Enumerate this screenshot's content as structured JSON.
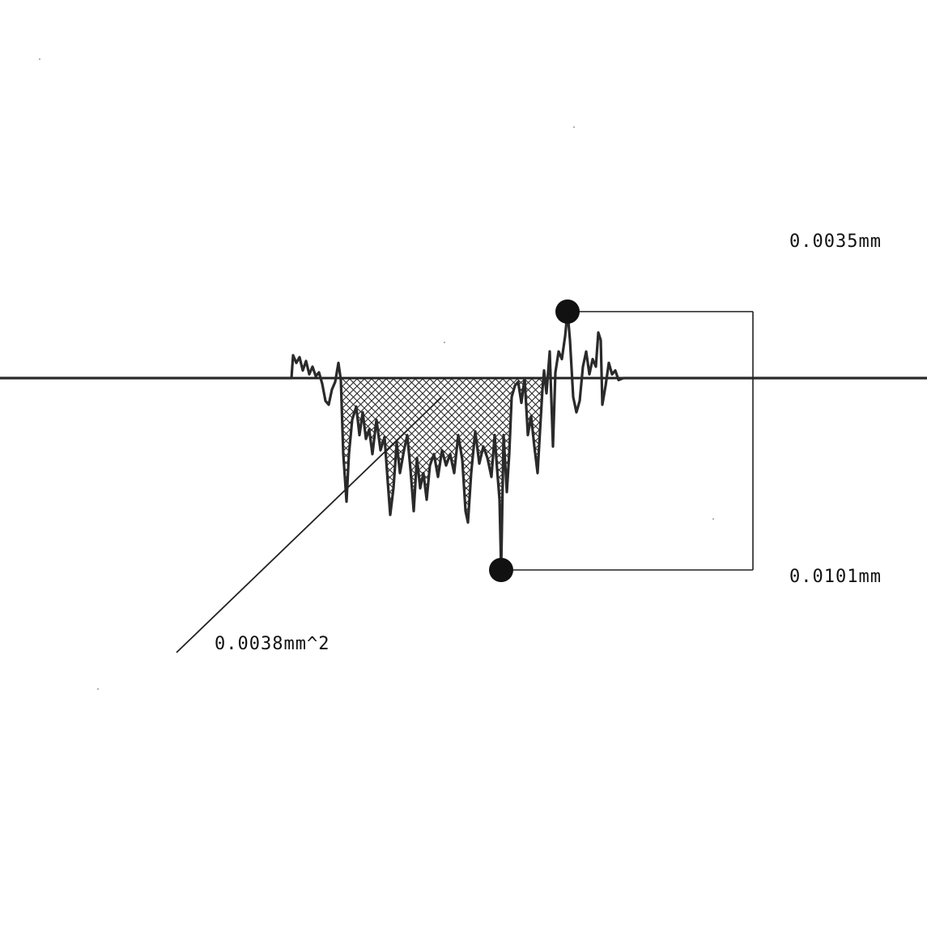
{
  "chart_data": {
    "type": "line",
    "description_units": "mm",
    "baseline": 0,
    "xlim": [
      0,
      1145
    ],
    "ylim": [
      -0.0101,
      0.0035
    ],
    "annotations": {
      "peak_height": "0.0035mm",
      "valley_depth": "0.0101mm",
      "wear_area": "0.0038mm^2"
    },
    "peak_value": 0.0035,
    "valley_value": -0.0101,
    "area_value": 0.0038,
    "profile": [
      [
        0,
        0
      ],
      [
        360,
        0
      ],
      [
        362,
        0.0012
      ],
      [
        366,
        0.0008
      ],
      [
        370,
        0.0011
      ],
      [
        374,
        0.0004
      ],
      [
        378,
        0.0009
      ],
      [
        382,
        0.0002
      ],
      [
        386,
        0.0006
      ],
      [
        390,
        0.0001
      ],
      [
        394,
        0.0003
      ],
      [
        398,
        -0.0003
      ],
      [
        402,
        -0.0012
      ],
      [
        406,
        -0.0014
      ],
      [
        410,
        -0.0006
      ],
      [
        414,
        -0.0002
      ],
      [
        418,
        0.0008
      ],
      [
        421,
        -0.0001
      ],
      [
        424,
        -0.004
      ],
      [
        428,
        -0.0065
      ],
      [
        431,
        -0.004
      ],
      [
        435,
        -0.0022
      ],
      [
        440,
        -0.0015
      ],
      [
        444,
        -0.003
      ],
      [
        448,
        -0.0018
      ],
      [
        452,
        -0.0032
      ],
      [
        456,
        -0.0027
      ],
      [
        460,
        -0.004
      ],
      [
        465,
        -0.0022
      ],
      [
        470,
        -0.0038
      ],
      [
        475,
        -0.0031
      ],
      [
        479,
        -0.0055
      ],
      [
        482,
        -0.0072
      ],
      [
        486,
        -0.0058
      ],
      [
        490,
        -0.0034
      ],
      [
        494,
        -0.005
      ],
      [
        499,
        -0.0038
      ],
      [
        503,
        -0.003
      ],
      [
        507,
        -0.0048
      ],
      [
        511,
        -0.007
      ],
      [
        515,
        -0.0042
      ],
      [
        519,
        -0.0058
      ],
      [
        523,
        -0.005
      ],
      [
        527,
        -0.0064
      ],
      [
        531,
        -0.0046
      ],
      [
        536,
        -0.004
      ],
      [
        541,
        -0.0052
      ],
      [
        546,
        -0.0038
      ],
      [
        551,
        -0.0046
      ],
      [
        556,
        -0.004
      ],
      [
        561,
        -0.005
      ],
      [
        566,
        -0.003
      ],
      [
        571,
        -0.0043
      ],
      [
        575,
        -0.007
      ],
      [
        578,
        -0.0076
      ],
      [
        582,
        -0.005
      ],
      [
        587,
        -0.0028
      ],
      [
        592,
        -0.0045
      ],
      [
        597,
        -0.0036
      ],
      [
        602,
        -0.0042
      ],
      [
        607,
        -0.0052
      ],
      [
        611,
        -0.003
      ],
      [
        614,
        -0.0048
      ],
      [
        617,
        -0.0064
      ],
      [
        619,
        -0.0101
      ],
      [
        622,
        -0.003
      ],
      [
        626,
        -0.006
      ],
      [
        629,
        -0.004
      ],
      [
        632,
        -0.001
      ],
      [
        636,
        -0.0004
      ],
      [
        640,
        -0.0002
      ],
      [
        644,
        -0.0013
      ],
      [
        648,
        0.0
      ],
      [
        652,
        -0.003
      ],
      [
        656,
        -0.002
      ],
      [
        660,
        -0.0036
      ],
      [
        664,
        -0.005
      ],
      [
        667,
        -0.0028
      ],
      [
        670,
        -0.0006
      ],
      [
        672,
        0.0004
      ],
      [
        675,
        -0.0008
      ],
      [
        679,
        0.0014
      ],
      [
        683,
        -0.0036
      ],
      [
        686,
        0.0003
      ],
      [
        690,
        0.0014
      ],
      [
        694,
        0.001
      ],
      [
        698,
        0.0022
      ],
      [
        701,
        0.0035
      ],
      [
        704,
        0.002
      ],
      [
        708,
        -0.001
      ],
      [
        712,
        -0.0018
      ],
      [
        716,
        -0.0012
      ],
      [
        720,
        0.0006
      ],
      [
        724,
        0.0014
      ],
      [
        728,
        0.0002
      ],
      [
        732,
        0.001
      ],
      [
        736,
        0.0006
      ],
      [
        739,
        0.0024
      ],
      [
        742,
        0.002
      ],
      [
        744,
        -0.0014
      ],
      [
        748,
        -0.0004
      ],
      [
        752,
        0.0008
      ],
      [
        756,
        0.0002
      ],
      [
        760,
        0.0004
      ],
      [
        764,
        -0.0001
      ],
      [
        770,
        0.0
      ],
      [
        1145,
        0
      ]
    ]
  }
}
